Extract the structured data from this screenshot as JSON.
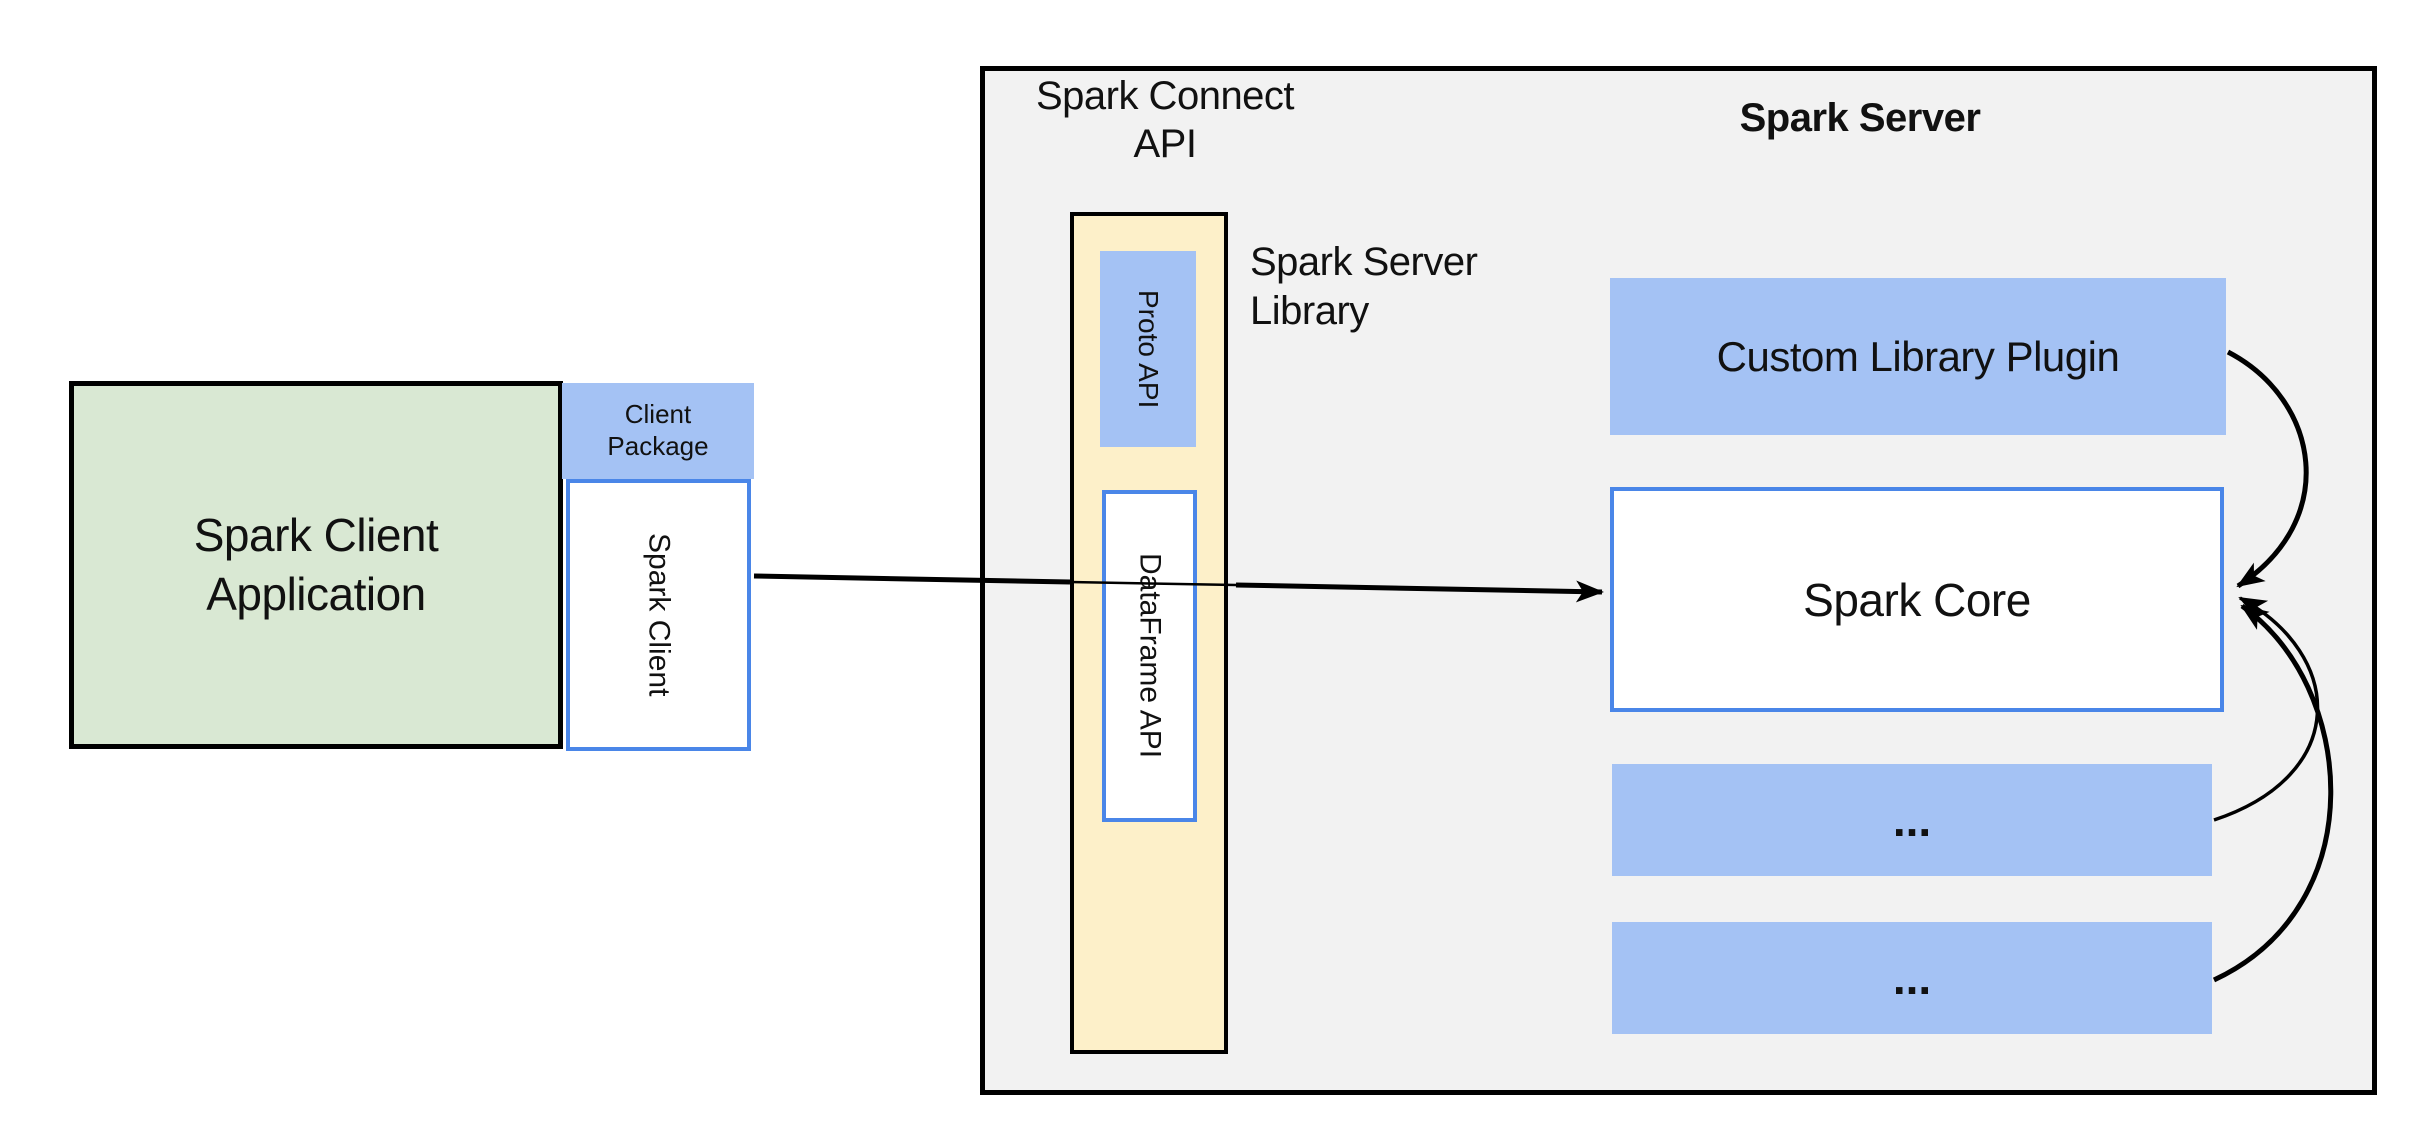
{
  "diagram": {
    "titles": {
      "spark_connect_api": "Spark Connect\nAPI",
      "spark_server": "Spark Server",
      "spark_server_library": "Spark Server\nLibrary"
    },
    "client": {
      "application_label": "Spark Client\nApplication",
      "package_label": "Client\nPackage",
      "spark_client_label": "Spark Client"
    },
    "connect_bar": {
      "proto_api_label": "Proto API",
      "dataframe_api_label": "DataFrame API"
    },
    "server": {
      "custom_library_plugin_label": "Custom Library Plugin",
      "spark_core_label": "Spark Core",
      "plugin_slot_1_label": "...",
      "plugin_slot_2_label": "..."
    },
    "colors": {
      "background": "#ffffff",
      "server_panel_fill": "#f2f2f2",
      "client_app_fill": "#d9e8d3",
      "blue_fill": "#a4c2f4",
      "connect_bar_fill": "#fdf0c9",
      "blue_border": "#4a86e8",
      "black_border": "#000000",
      "line_color": "#000000"
    }
  }
}
